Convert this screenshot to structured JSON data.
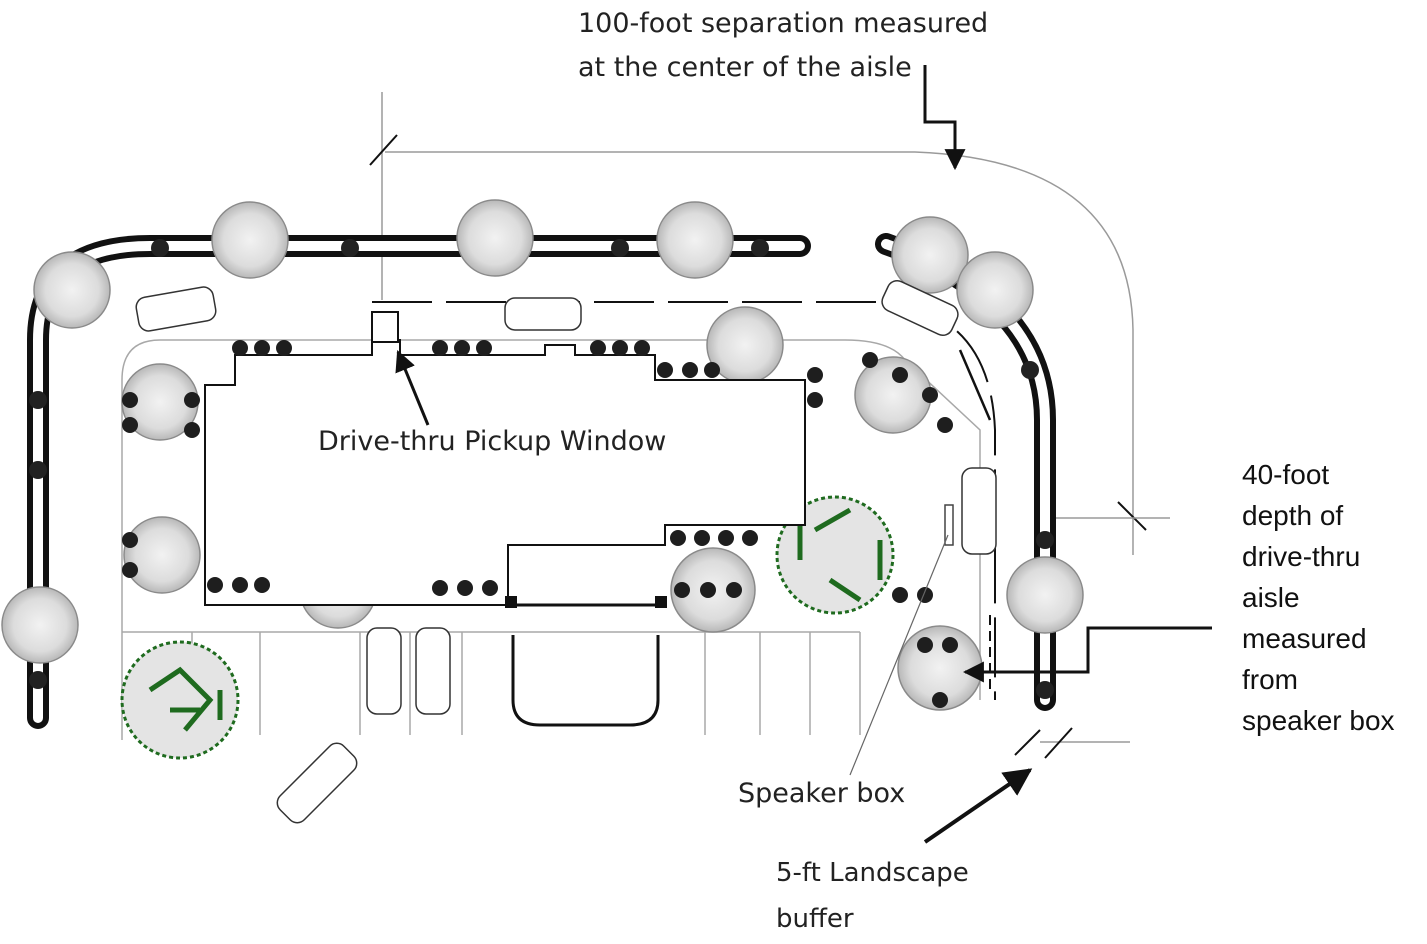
{
  "labels": {
    "separation": [
      "100-foot separation measured",
      "at the center of the aisle"
    ],
    "pickup_window": "Drive-thru Pickup Window",
    "depth": [
      "40-foot",
      "depth of",
      "drive-thru",
      "aisle",
      "measured",
      "from",
      "speaker box"
    ],
    "speaker_box": "Speaker box",
    "buffer": [
      "5-ft Landscape",
      "buffer"
    ]
  },
  "colors": {
    "line": "#111111",
    "light_line": "#9a9a9a",
    "tree_fill": "#d6d6d6",
    "green": "#1f6b1f"
  }
}
